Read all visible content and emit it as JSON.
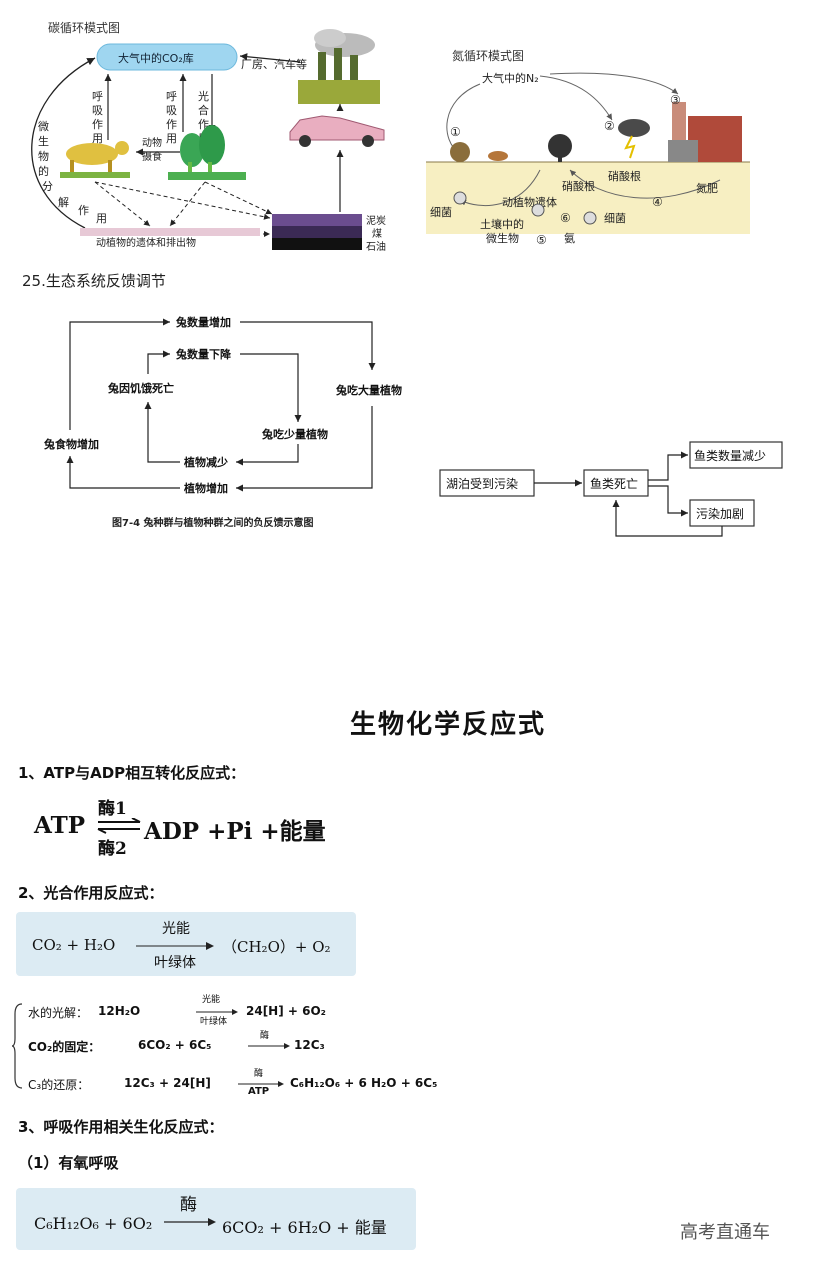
{
  "carbon": {
    "title": "碳循环模式图",
    "atmosphere": "大气中的CO₂库",
    "factories": "厂房、汽车等",
    "respiration": "呼吸作用",
    "respiration2": "呼吸作用",
    "photosynthesis": "光合作用",
    "animal_eat": "动物摄食",
    "decompose": "微生物的分解作用",
    "remains": "动植物的遗体和排出物",
    "fossil": [
      "泥炭",
      "煤",
      "石油"
    ]
  },
  "nitrogen": {
    "title": "氮循环模式图",
    "n2": "大气中的N₂",
    "bacteria1": "细菌",
    "bacteria2": "细菌",
    "remains": "动植物遗体",
    "nitrate1": "硝酸根",
    "nitrate2": "硝酸根",
    "soil_microbe": "土壤中的微生物",
    "ammonia": "氨",
    "fertilizer": "氮肥",
    "nums": [
      "①",
      "②",
      "③",
      "④",
      "⑤",
      "⑥"
    ]
  },
  "section25": "25.生态系统反馈调节",
  "rabbit": {
    "top": "兔数量增加",
    "dec": "兔数量下降",
    "eat_many": "兔吃大量植物",
    "starve": "兔因饥饿死亡",
    "eat_few": "兔吃少量植物",
    "food_inc": "兔食物增加",
    "plant_dec": "植物减少",
    "plant_inc": "植物增加",
    "caption": "图7-4   兔种群与植物种群之间的负反馈示意图"
  },
  "lake": {
    "polluted": "湖泊受到污染",
    "fish_die": "鱼类死亡",
    "fish_dec": "鱼类数量减少",
    "worse": "污染加剧"
  },
  "main_title": "生物化学反应式",
  "q1": "1、ATP与ADP相互转化反应式：",
  "atp": {
    "left": "ATP",
    "enz1": "酶1",
    "enz2": "酶2",
    "right": "ADP +Pi +能量"
  },
  "q2": "2、光合作用反应式：",
  "photo": {
    "left": "CO₂ + H₂O",
    "top": "光能",
    "bottom": "叶绿体",
    "right": "（CH₂O）+ O₂"
  },
  "steps": [
    {
      "label": "水的光解：",
      "left": "12H₂O",
      "top": "光能",
      "bottom": "叶绿体",
      "right": "24[H] + 6O₂"
    },
    {
      "label": "CO₂的固定：",
      "left": "6CO₂ + 6C₅",
      "top": "酶",
      "bottom": "",
      "right": "12C₃"
    },
    {
      "label": "C₃的还原：",
      "left": "12C₃ + 24[H]",
      "top": "酶",
      "bottom": "ATP",
      "right": "C₆H₁₂O₆ + 6 H₂O + 6C₅"
    }
  ],
  "q3": "3、呼吸作用相关生化反应式：",
  "q3_1": "（1）有氧呼吸",
  "aerobic": {
    "left": "C₆H₁₂O₆ + 6O₂",
    "top": "酶",
    "right": "6CO₂ + 6H₂O + 能量"
  },
  "watermark": "高考直通车"
}
